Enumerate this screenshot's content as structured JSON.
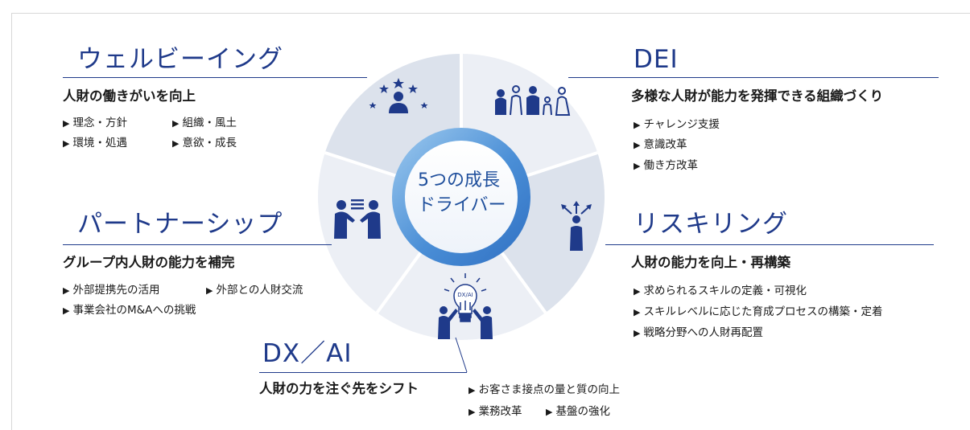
{
  "center": {
    "line1": "5つの成長",
    "line2": "ドライバー"
  },
  "sections": {
    "wellbeing": {
      "title": "ウェルビーイング",
      "subtitle": "人財の働きがいを向上",
      "items": [
        "理念・方針",
        "組織・風土",
        "環境・処遇",
        "意欲・成長"
      ]
    },
    "dei": {
      "title": "DEI",
      "subtitle": "多様な人財が能力を発揮できる組織づくり",
      "items": [
        "チャレンジ支援",
        "意識改革",
        "働き方改革"
      ]
    },
    "partnership": {
      "title": "パートナーシップ",
      "subtitle": "グループ内人財の能力を補完",
      "items": [
        "外部提携先の活用",
        "外部との人財交流",
        "事業会社のM&Aへの挑戦"
      ]
    },
    "reskilling": {
      "title": "リスキリング",
      "subtitle": "人財の能力を向上・再構築",
      "items": [
        "求められるスキルの定義・可視化",
        "スキルレベルに応じた育成プロセスの構築・定着",
        "戦略分野への人財再配置"
      ]
    },
    "dxai": {
      "title": "DX／AI",
      "subtitle": "人財の力を注ぐ先をシフト",
      "items": [
        "お客さま接点の量と質の向上",
        "業務改革",
        "基盤の強化"
      ]
    }
  },
  "icons": {
    "wellbeing": "person-with-stars-icon",
    "dei": "diverse-people-icon",
    "partnership": "two-people-handshake-icon",
    "reskilling": "person-with-arrows-icon",
    "dxai": "dx-ai-lightbulb-icon",
    "dxai_label": "DX/AI"
  },
  "colors": {
    "heading": "#1f3a8a",
    "wheel_light": "#eceff5",
    "wheel_dark": "#dce2ec",
    "ring": "#4a8ed6",
    "ring_light": "#8ec2ec",
    "icon": "#1f3a8a"
  }
}
